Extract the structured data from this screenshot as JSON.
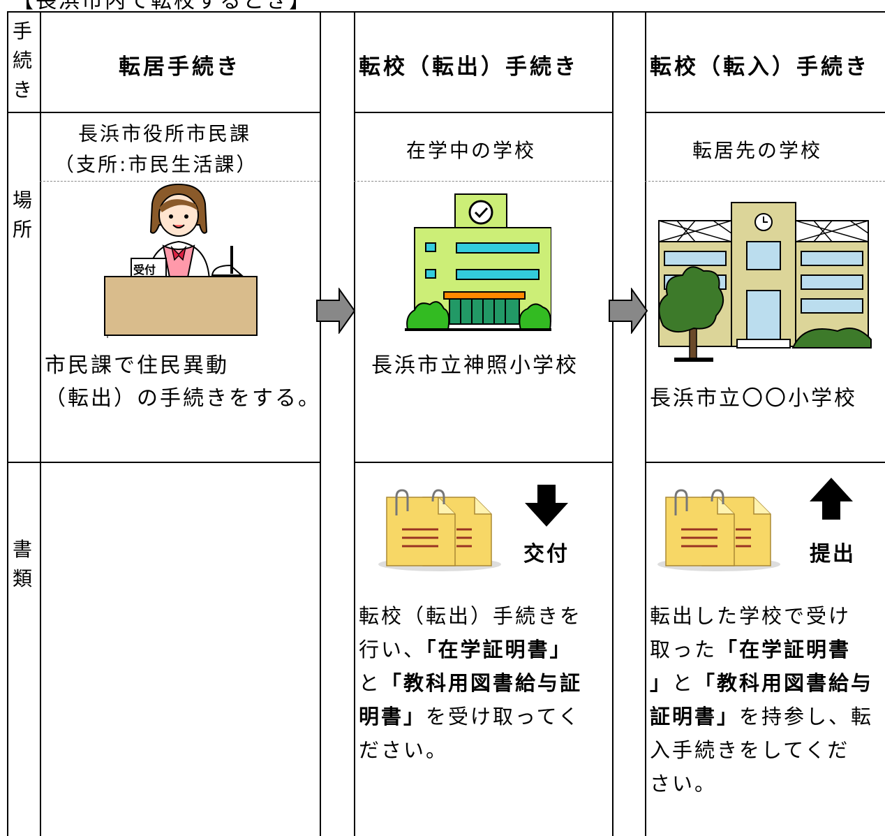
{
  "page_title": "【長浜市内で転校するとき】",
  "row_labels": {
    "procedure": [
      "手",
      "続",
      "き"
    ],
    "place": [
      "場",
      "所"
    ],
    "documents": [
      "書",
      "類"
    ]
  },
  "headers": {
    "col1": "転居手続き",
    "col2": "転校（転出）手続き",
    "col3": "転校（転入）手続き"
  },
  "places": {
    "col1_line1": "長浜市役所市民課",
    "col1_line2": "（支所:市民生活課）",
    "col2": "在学中の学校",
    "col3": "転居先の学校"
  },
  "counter_sign": "受付",
  "descriptions": {
    "col1_line1": "市民課で住民異動",
    "col1_line2": "（転出）の手続きをする。",
    "col2_school": "長浜市立神照小学校",
    "col3_school": "長浜市立〇〇小学校"
  },
  "documents": {
    "col2_action": "交付",
    "col3_action": "提出",
    "col2_text": [
      [
        "転校（転出）手続きを",
        ""
      ],
      [
        "行い、",
        "「在学証明書」"
      ],
      [
        "と",
        "「教科用図書給与証"
      ],
      [
        "",
        "明書」",
        "を受け取ってく"
      ],
      [
        "ださい。",
        ""
      ]
    ],
    "col3_text": [
      [
        "転出した学校で受け",
        ""
      ],
      [
        "取った",
        "「在学証明書"
      ],
      [
        "",
        "」",
        "と",
        "「教科用図書給与"
      ],
      [
        "",
        "証明書」",
        "を持参し、転"
      ],
      [
        "入手続きをしてくだ",
        ""
      ],
      [
        "さい。",
        ""
      ]
    ]
  },
  "colors": {
    "school2_body": "#ccee77",
    "school2_window": "#33ccdd",
    "school2_door": "#229966",
    "school2_awning": "#ff8800",
    "bush": "#33bb22",
    "desk": "#d9bc8c",
    "doc_yellow": "#f7d766",
    "doc_line": "#993322",
    "arrow_gray": "#888888"
  }
}
